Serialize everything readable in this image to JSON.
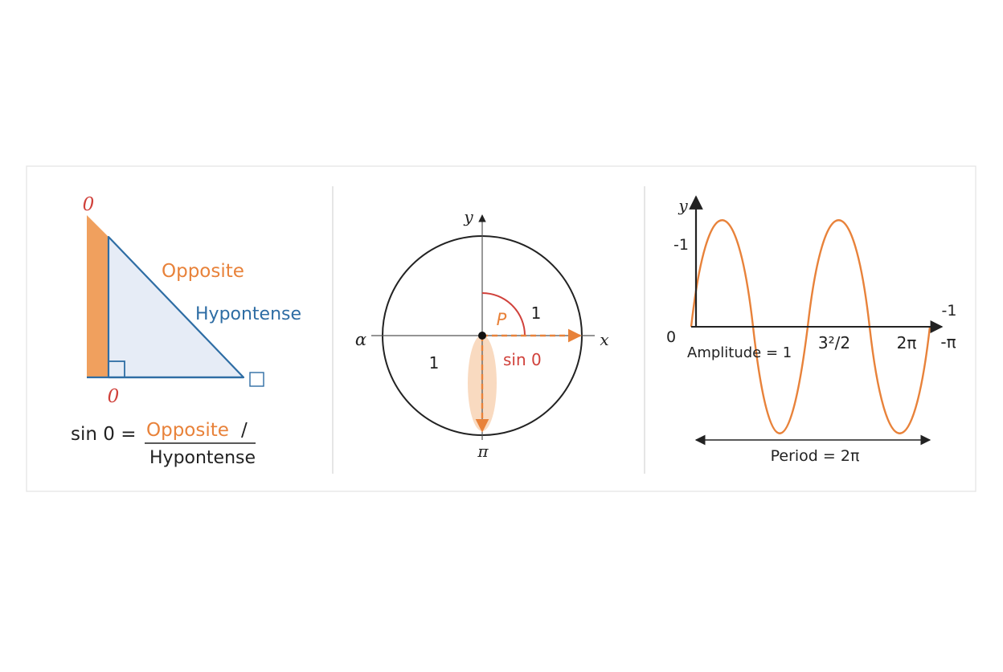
{
  "colors": {
    "orange": "#F0A05E",
    "orange_text": "#E8823A",
    "blue": "#2E6DA4",
    "blue_fill": "#E6ECF6",
    "red": "#D0413B",
    "dark": "#222222",
    "panel_border": "#E2E2E2",
    "divider": "#CCCCCC",
    "ellipse_fill": "#F8D3B5"
  },
  "triangle": {
    "angle_top": "0",
    "angle_bottom": "0",
    "opposite": "Opposite",
    "hypotenuse": "Hypontense",
    "formula": {
      "lhs": "sin 0 =",
      "numerator": "Opposite",
      "slash": "/",
      "denominator": "Hypontense"
    }
  },
  "unit_circle": {
    "y_axis": "y",
    "x_axis": "x",
    "left_axis": "α",
    "bottom_label": "π",
    "point": "P",
    "radius_label": "1",
    "left_one": "1",
    "sin_label": "sin 0"
  },
  "sine_graph": {
    "y_axis": "y",
    "origin": "0",
    "y_tick": "-1",
    "right_top": "-1",
    "right_bottom": "-π",
    "x_tick_a": "3²/2",
    "x_tick_b": "2π",
    "amplitude": "Amplitude = 1",
    "period": "Period = 2π"
  }
}
